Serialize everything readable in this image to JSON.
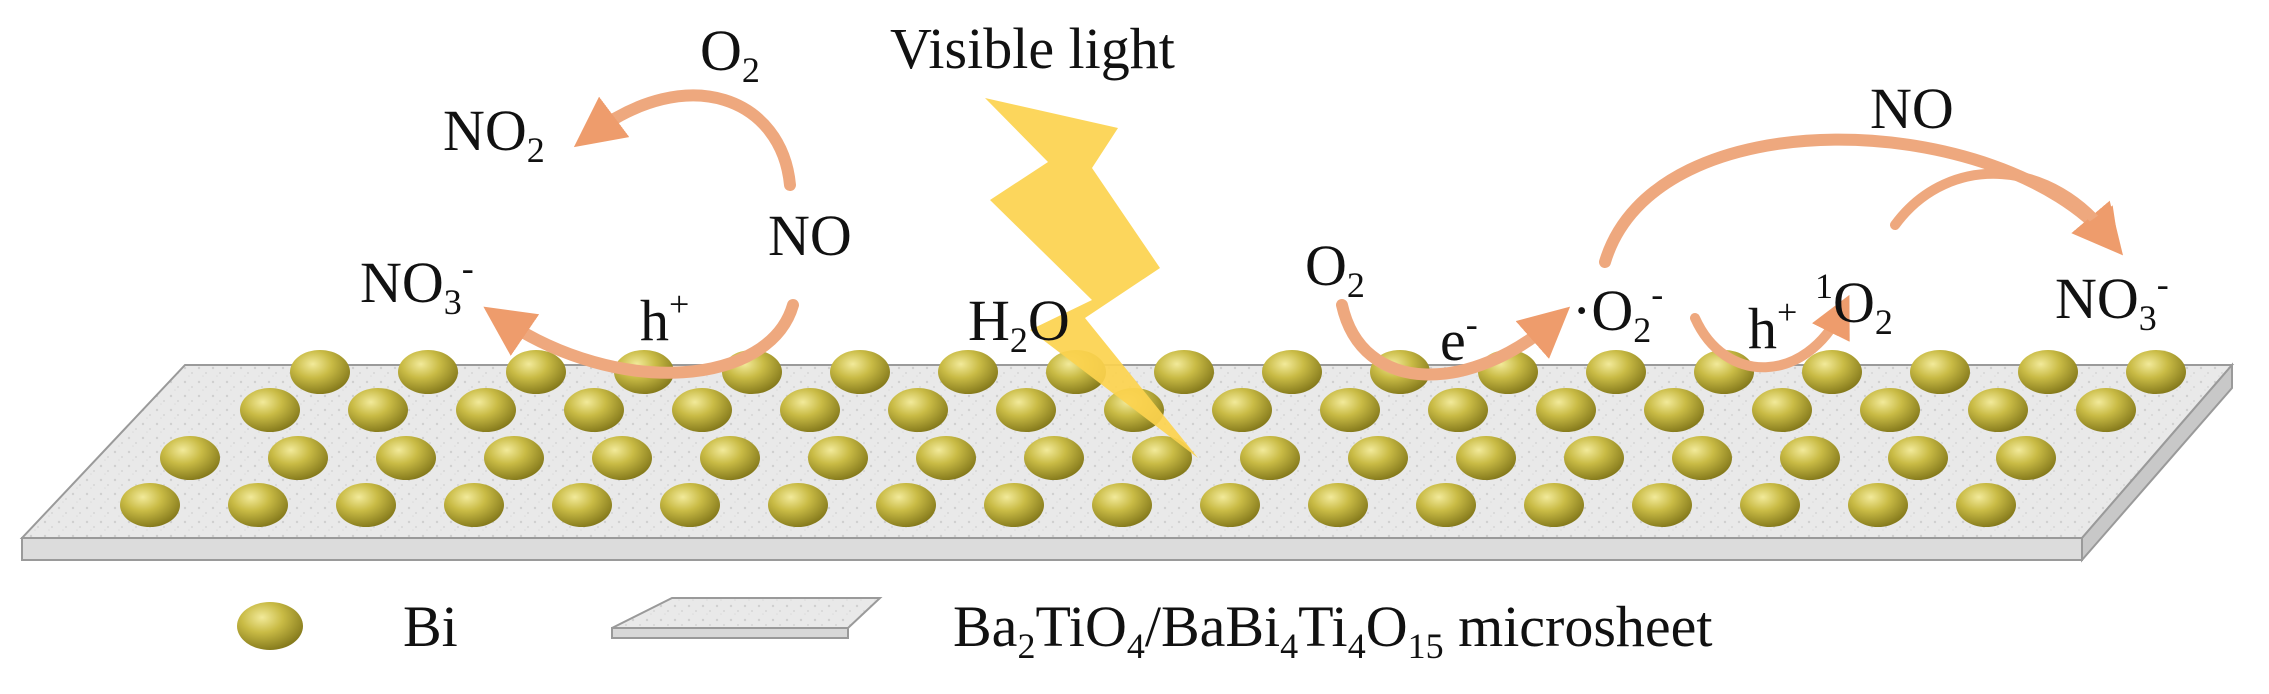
{
  "labels": {
    "visible_light": "Visible light",
    "left_o2": "O",
    "left_o2_sub": "2",
    "left_no2": "NO",
    "left_no2_sub": "2",
    "left_no": "NO",
    "left_no3": "NO",
    "left_no3_sub": "3",
    "left_no3_sup": "-",
    "left_hole": "h",
    "left_hole_sup": "+",
    "h2o": "H",
    "h2o_sub": "2",
    "h2o_rest": "O",
    "right_o2": "O",
    "right_o2_sub": "2",
    "electron": "e",
    "electron_sup": "-",
    "superoxide_dot": "·O",
    "superoxide_sub": "2",
    "superoxide_sup": "-",
    "right_hole": "h",
    "right_hole_sup": "+",
    "singlet_sup": "1",
    "singlet": "O",
    "singlet_sub": "2",
    "right_no": "NO",
    "right_no3": "NO",
    "right_no3_sub": "3",
    "right_no3_sup": "-"
  },
  "legend": {
    "bi_label": "Bi",
    "sheet_label_parts": [
      "Ba",
      "2",
      "TiO",
      "4",
      "/BaBi",
      "4",
      "Ti",
      "4",
      "O",
      "15",
      " microsheet"
    ]
  },
  "colors": {
    "sphere": "#b8a838",
    "sheet": "#e4e4e4",
    "arrow": "#eea87e",
    "lightning": "#fcd24e"
  }
}
